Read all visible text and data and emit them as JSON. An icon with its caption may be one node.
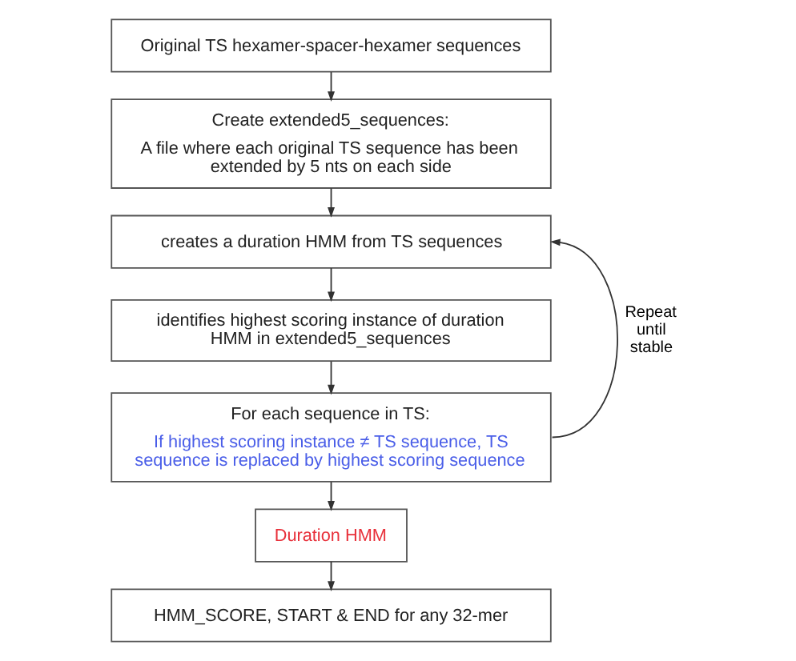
{
  "diagram": {
    "nodes": [
      {
        "text": [
          "Original TS hexamer-spacer-hexamer sequences"
        ]
      },
      {
        "text": [
          "Create extended5_sequences:",
          "A file where each original TS sequence has been extended by 5 nts on each side"
        ]
      },
      {
        "text": [
          "creates a duration HMM from TS sequences"
        ]
      },
      {
        "text": [
          "identifies highest scoring instance of duration HMM in extended5_sequences"
        ]
      },
      {
        "text": [
          "For each sequence in TS:",
          "If highest scoring instance ≠ TS sequence, TS sequence is replaced by highest scoring sequence"
        ]
      },
      {
        "text": [
          "Duration HMM"
        ]
      },
      {
        "text": [
          "HMM_SCORE, START & END for any 32-mer"
        ]
      }
    ],
    "edges": [
      {
        "from": 0,
        "to": 1,
        "arrow": "to"
      },
      {
        "from": 1,
        "to": 2,
        "arrow": "to"
      },
      {
        "from": 2,
        "to": 3,
        "arrow": "to"
      },
      {
        "from": 3,
        "to": 4,
        "arrow": "to"
      },
      {
        "from": 4,
        "to": 5,
        "arrow": "to"
      },
      {
        "from": 5,
        "to": 6,
        "arrow": "to"
      },
      {
        "from": 4,
        "to": 2,
        "arrow": "to",
        "label": "Repeat until stable"
      }
    ]
  }
}
